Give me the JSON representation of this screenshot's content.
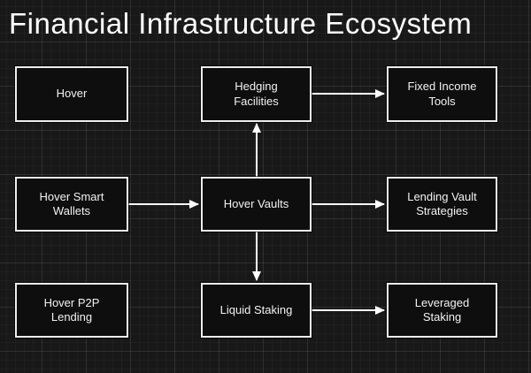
{
  "title": "Financial Infrastructure Ecosystem",
  "diagram": {
    "nodes": [
      {
        "id": "hover",
        "label": "Hover"
      },
      {
        "id": "hedging-facilities",
        "label": "Hedging Facilities"
      },
      {
        "id": "fixed-income-tools",
        "label": "Fixed Income Tools"
      },
      {
        "id": "hover-smart-wallets",
        "label": "Hover Smart Wallets"
      },
      {
        "id": "hover-vaults",
        "label": "Hover Vaults"
      },
      {
        "id": "lending-vault-strategies",
        "label": "Lending Vault Strategies"
      },
      {
        "id": "hover-p2p-lending",
        "label": "Hover P2P Lending"
      },
      {
        "id": "liquid-staking",
        "label": "Liquid Staking"
      },
      {
        "id": "leveraged-staking",
        "label": "Leveraged Staking"
      }
    ],
    "edges": [
      {
        "from": "hedging-facilities",
        "to": "fixed-income-tools"
      },
      {
        "from": "hover-vaults",
        "to": "hedging-facilities"
      },
      {
        "from": "hover-smart-wallets",
        "to": "hover-vaults"
      },
      {
        "from": "hover-vaults",
        "to": "lending-vault-strategies"
      },
      {
        "from": "hover-vaults",
        "to": "liquid-staking"
      },
      {
        "from": "liquid-staking",
        "to": "leveraged-staking"
      }
    ],
    "colors": {
      "background": "#181818",
      "node_fill": "#0e0e0e",
      "node_border": "#ededed",
      "text": "#f2f2f2",
      "arrow": "#ffffff"
    }
  }
}
